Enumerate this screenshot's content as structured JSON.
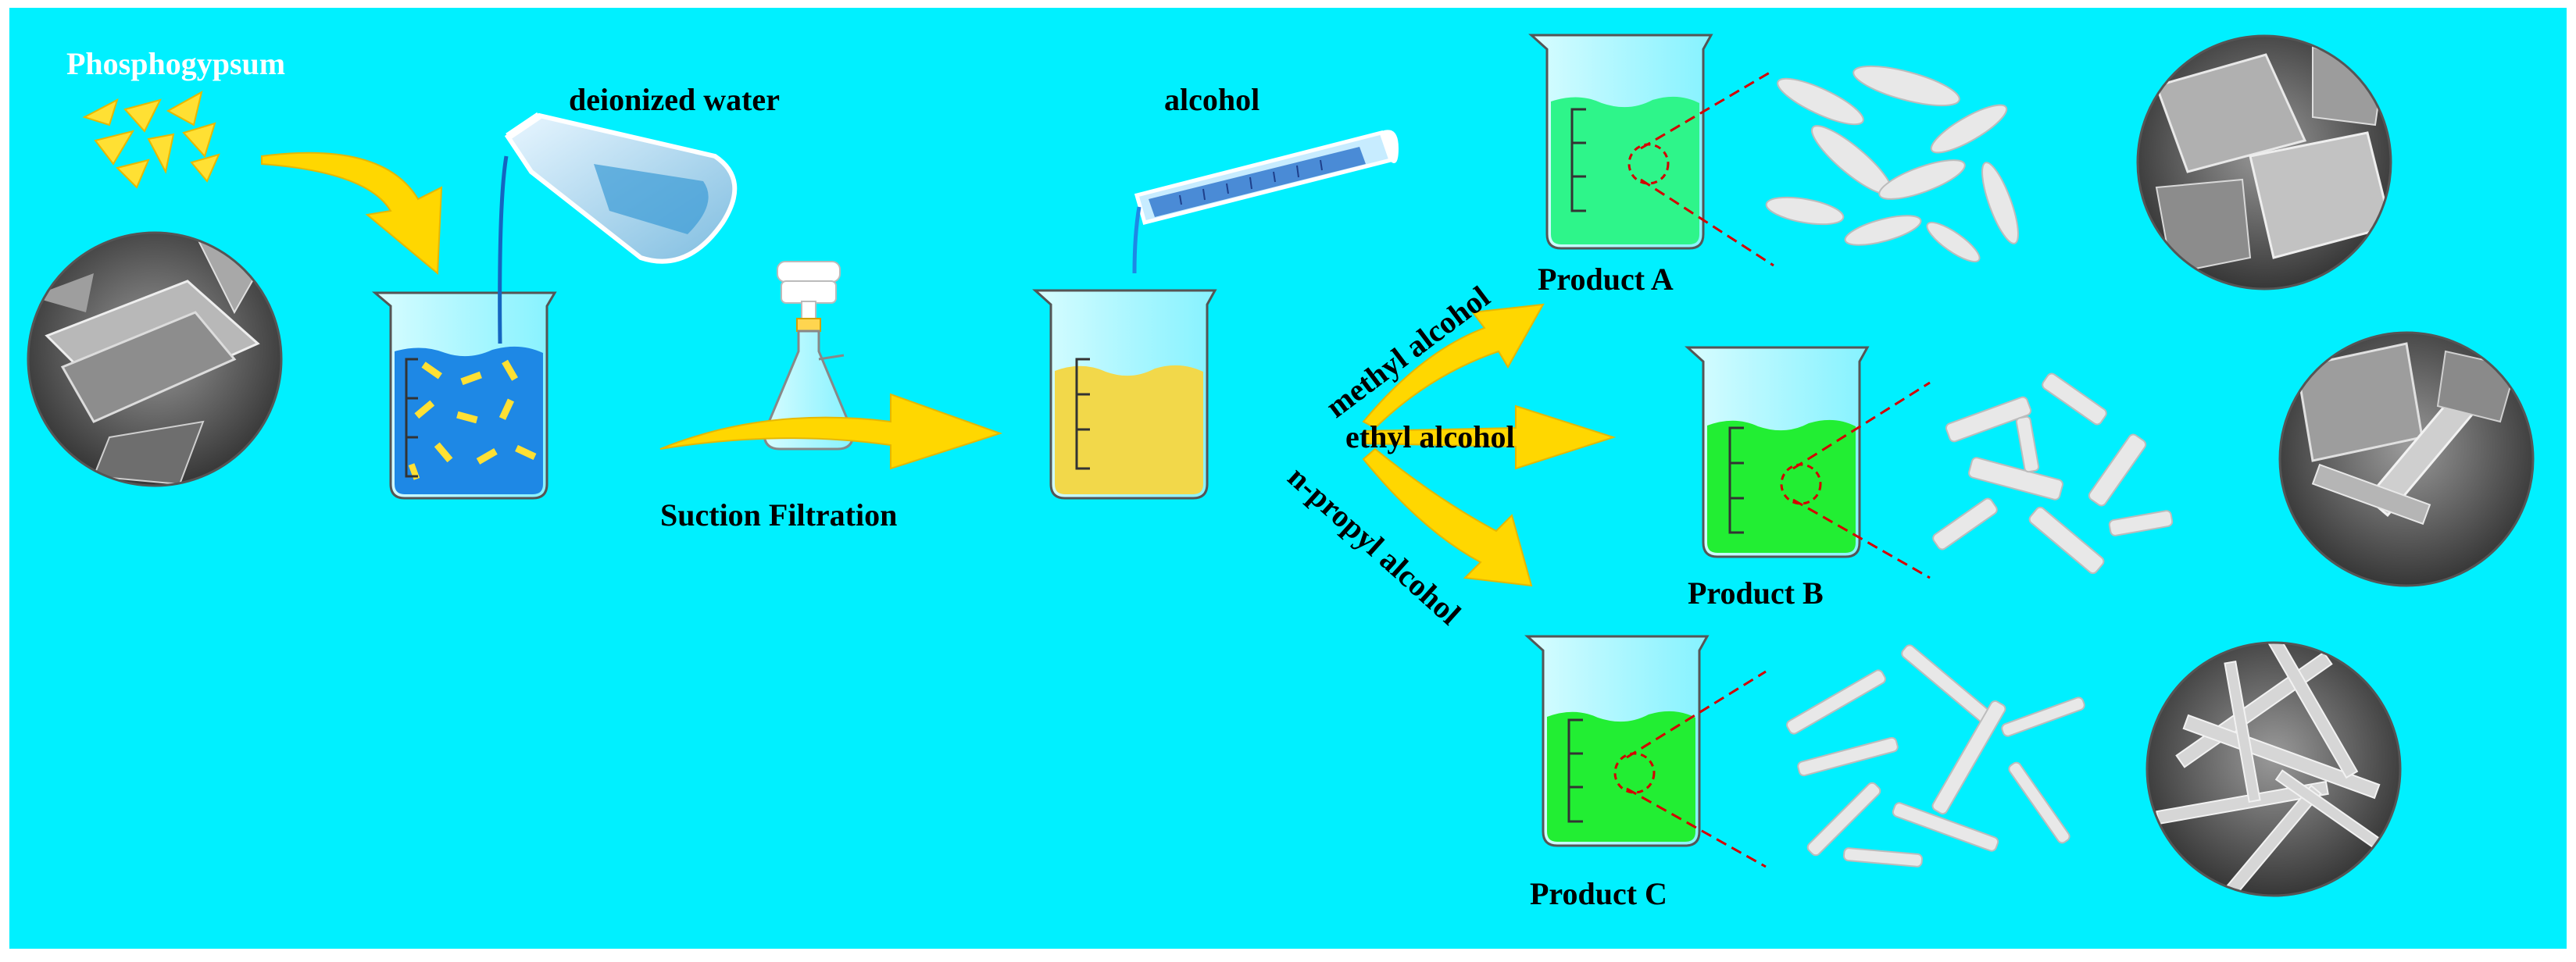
{
  "labels": {
    "phosphogypsum": "Phosphogypsum",
    "deionized_water": "deionized water",
    "alcohol": "alcohol",
    "suction_filtration": "Suction Filtration",
    "methyl_alcohol": "methyl alcohol",
    "ethyl_alcohol": "ethyl alcohol",
    "n_propyl_alcohol": "n-propyl alcohol",
    "product_a": "Product A",
    "product_b": "Product B",
    "product_c": "Product C"
  },
  "colors": {
    "background": "#00F0FF",
    "arrow": "#FFD700",
    "water": "#1E88E5",
    "yellow_solution": "#F2D84A",
    "green_a": "#2EF58A",
    "green_bc": "#22EE33",
    "crystals": "#E6E6E6"
  },
  "icons": {
    "phosphogypsum_flakes": "yellow-crystal-flakes-icon",
    "sem_raw": "sem-micrograph-icon",
    "beaker": "beaker-icon",
    "flask": "pouring-flask-icon",
    "filter": "buchner-funnel-icon",
    "cylinder": "graduated-cylinder-icon"
  }
}
